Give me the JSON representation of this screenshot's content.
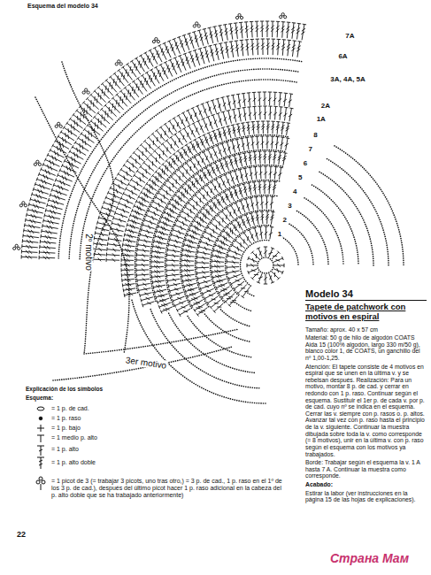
{
  "diagram": {
    "title": "Modelo 34",
    "labels": [
      "Esquema del modelo 34",
      "7A",
      "6A",
      "3A, 4A, 5A",
      "2A",
      "1A",
      "8",
      "7",
      "6",
      "5",
      "4",
      "3",
      "2",
      "1",
      "2º motivo",
      "3er motivo",
      "Tapete de patchwork con motivos en espiral",
      "Tamaño: aprox. 40 x 57 cm",
      "Material: 50 g de hilo de algodón COATS Aida 15 (100% algodón, largo 330 m/50 g), blanco color 1, de COATS, un ganchillo del nº 1,00-1,25.",
      "Atención: El tapete consiste de 4 motivos en espiral que se unen en la última v. y se rebelsan después. Realización: Para un motivo, montar 8 p. de cad. y cerrar en redondo con 1 p. raso. Continuar según el esquema. Sustituir el 1er p. de cada v. por p. de cad. cuyo nº se indica en el esquema. Cerrar las v. siempre con p. rasos o. p. altos. Avanzar tal vez con p. raso hasta el principio de la v. siguiente. Continuar la muestra dibujada sobre toda la v. como corresponde (= 8 motivos), unir en la última v. con p. raso según el esquema con los motivos ya trabajados.",
      "Borde: Trabajar según el esquema la v. 1 A hasta 7 A. Continuar la muestra como corresponde.",
      "Acabado:",
      "Estirar la labor (ver instrucciones en la página 15 de las hojas de explicaciones).",
      "Explicación de los símbolos",
      "Esquema:",
      "22",
      "Страна Мам"
    ],
    "legend": [
      {
        "text": "= 1 p. de cad."
      },
      {
        "text": "= 1 p. raso"
      },
      {
        "text": "= 1 p. bajo"
      },
      {
        "text": "= 1 medio p. alto"
      },
      {
        "text": "= 1 p. alto"
      },
      {
        "text": "= 1 p. alto doble"
      },
      {
        "text": "= 1 picot de 3 (= trabajar 3 picots, uno tras otro,) = 3 p. de cad., 1 p. raso en el 1º de los 3 p. de cad.), después del último picot hacer 1 p. raso adicional en la cabeza del p. alto doble que se ha trabajado anteriormente)"
      }
    ]
  }
}
